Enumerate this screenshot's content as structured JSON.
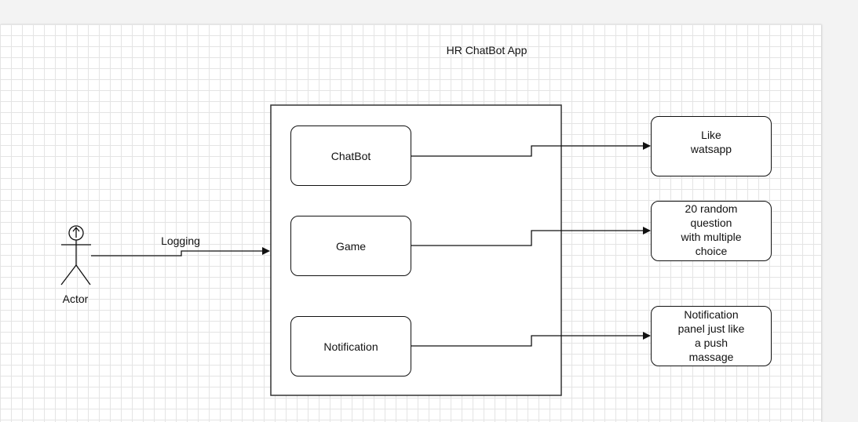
{
  "title": "HR ChatBot App",
  "actor": {
    "label": "Actor"
  },
  "edge_logging": {
    "label": "Logging"
  },
  "features": [
    {
      "id": "chatbot",
      "label": "ChatBot"
    },
    {
      "id": "game",
      "label": "Game"
    },
    {
      "id": "notification",
      "label": "Notification"
    }
  ],
  "notes": [
    {
      "id": "chatbot-note",
      "label": "Like\nwatsapp"
    },
    {
      "id": "game-note",
      "label": "20 random\nquestion\nwith multiple\nchoice"
    },
    {
      "id": "notification-note",
      "label": "Notification\npanel just like\na push\nmassage"
    }
  ],
  "colors": {
    "stroke": "#111111",
    "grid": "#e4e4e4",
    "canvas": "#ffffff"
  }
}
